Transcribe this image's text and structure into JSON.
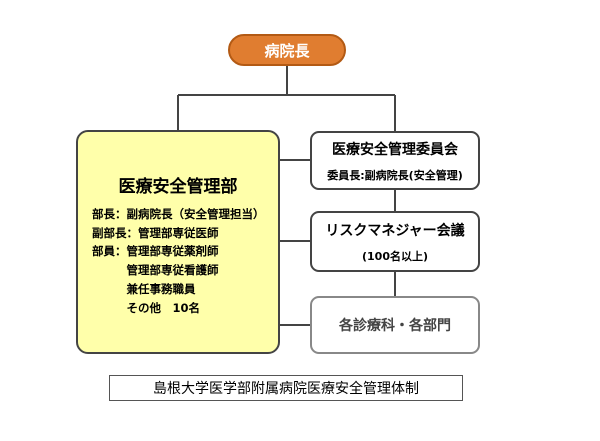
{
  "director": {
    "label": "病院長"
  },
  "dept": {
    "title": "医療安全管理部",
    "members": [
      "部長：副病院長（安全管理担当）",
      "副部長：管理部専従医師",
      "部員：管理部専従薬剤師",
      "　　　管理部専従看護師",
      "　　　兼任事務職員",
      "　　　その他　10名"
    ]
  },
  "committee": {
    "title": "医療安全管理委員会",
    "sub": "委員長:副病院長(安全管理)"
  },
  "risk": {
    "title": "リスクマネジャー会議",
    "sub": "(100名以上)"
  },
  "clinical": {
    "title": "各診療科・各部門"
  },
  "caption": "島根大学医学部附属病院医療安全管理体制",
  "colors": {
    "director_fill": "#e07d30",
    "dept_fill": "#ffffaa",
    "line": "#444444"
  }
}
